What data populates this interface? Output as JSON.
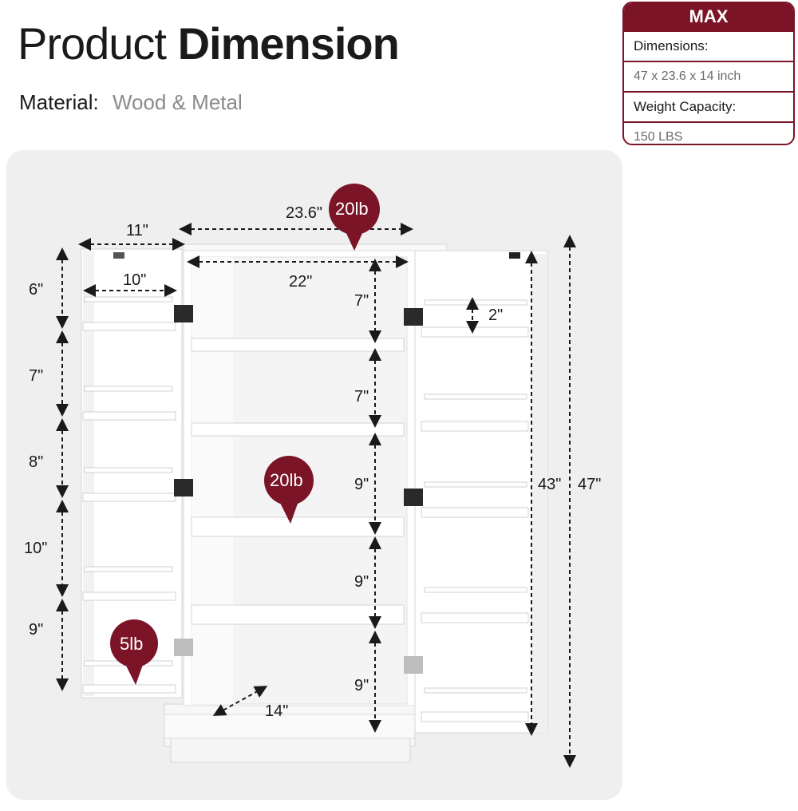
{
  "header": {
    "title_light": "Product",
    "title_bold": "Dimension",
    "material_label": "Material:",
    "material_value": "Wood & Metal"
  },
  "spec_table": {
    "heading": "MAX",
    "dimensions_label": "Dimensions:",
    "dimensions_value": "47 x 23.6 x 14 inch",
    "weight_label": "Weight Capacity:",
    "weight_value": "150 LBS"
  },
  "dimensions": {
    "top_width": "23.6\"",
    "inner_width": "22\"",
    "door_depth": "11\"",
    "door_inner_depth": "10\"",
    "base_depth": "14\"",
    "overall_height": "47\"",
    "door_height": "43\"",
    "right_door_shelf_gap": "2\"",
    "left_door_gaps": [
      "6\"",
      "7\"",
      "8\"",
      "10\"",
      "9\""
    ],
    "center_gaps": [
      "7\"",
      "7\"",
      "9\"",
      "9\"",
      "9\""
    ]
  },
  "load_badges": {
    "top": "20lb",
    "shelf": "20lb",
    "door": "5lb"
  },
  "colors": {
    "accent": "#7a1426",
    "panel_bg": "#efefef",
    "cabinet": "#ffffff",
    "hinge": "#2a2a2a"
  }
}
